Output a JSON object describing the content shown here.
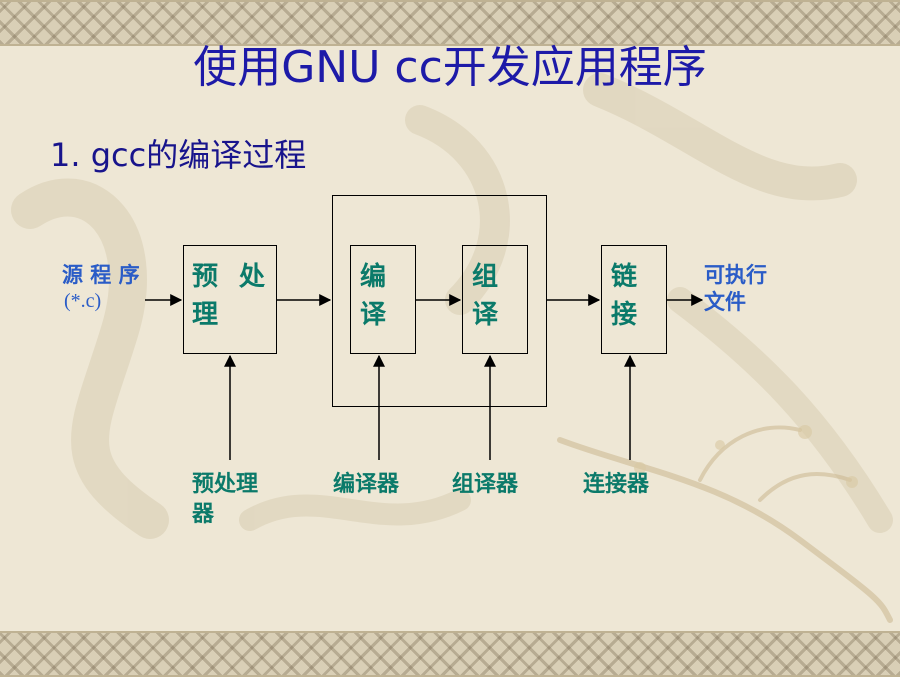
{
  "slide": {
    "title": "使用GNU cc开发应用程序",
    "subtitle": "1. gcc的编译过程"
  },
  "diagram": {
    "source": {
      "line1": "源 程 序",
      "line2": "(*.c)"
    },
    "output": {
      "line1": "可执行",
      "line2": "文件"
    },
    "stages": {
      "preprocess": {
        "line1": "预 处",
        "line2": "理"
      },
      "compile": {
        "line1": "编",
        "line2": "译"
      },
      "assemble": {
        "line1": "组",
        "line2": "译"
      },
      "link": {
        "line1": "链",
        "line2": "接"
      }
    },
    "tools": {
      "preprocessor": {
        "line1": "预处理",
        "line2": "器"
      },
      "compiler": "编译器",
      "assembler": "组译器",
      "linker": "连接器"
    }
  }
}
